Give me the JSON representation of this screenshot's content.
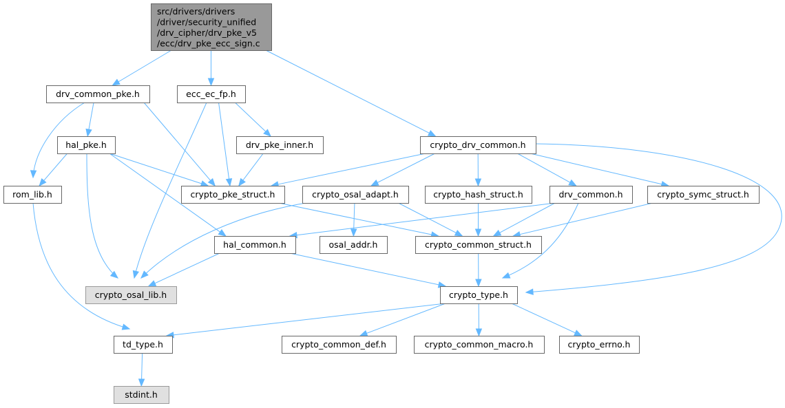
{
  "graph": {
    "title": "Include dependency graph",
    "colors": {
      "edge": "#63b8ff",
      "main_fill": "#999999",
      "node_fill": "#ffffff",
      "external_fill": "#e0e0e0",
      "border": "#666666"
    },
    "nodes": [
      {
        "id": "main",
        "kind": "main",
        "lines": [
          "src/drivers/drivers",
          "/driver/security_unified",
          "/drv_cipher/drv_pke_v5",
          "/ecc/drv_pke_ecc_sign.c"
        ]
      },
      {
        "id": "drv_common_pke",
        "kind": "normal",
        "lines": [
          "drv_common_pke.h"
        ]
      },
      {
        "id": "ecc_ec_fp",
        "kind": "normal",
        "lines": [
          "ecc_ec_fp.h"
        ]
      },
      {
        "id": "crypto_drv_common",
        "kind": "normal",
        "lines": [
          "crypto_drv_common.h"
        ]
      },
      {
        "id": "hal_pke",
        "kind": "normal",
        "lines": [
          "hal_pke.h"
        ]
      },
      {
        "id": "drv_pke_inner",
        "kind": "normal",
        "lines": [
          "drv_pke_inner.h"
        ]
      },
      {
        "id": "rom_lib",
        "kind": "normal",
        "lines": [
          "rom_lib.h"
        ]
      },
      {
        "id": "crypto_pke_struct",
        "kind": "normal",
        "lines": [
          "crypto_pke_struct.h"
        ]
      },
      {
        "id": "crypto_osal_adapt",
        "kind": "normal",
        "lines": [
          "crypto_osal_adapt.h"
        ]
      },
      {
        "id": "crypto_hash_struct",
        "kind": "normal",
        "lines": [
          "crypto_hash_struct.h"
        ]
      },
      {
        "id": "drv_common",
        "kind": "normal",
        "lines": [
          "drv_common.h"
        ]
      },
      {
        "id": "crypto_symc_struct",
        "kind": "normal",
        "lines": [
          "crypto_symc_struct.h"
        ]
      },
      {
        "id": "hal_common",
        "kind": "normal",
        "lines": [
          "hal_common.h"
        ]
      },
      {
        "id": "osal_addr",
        "kind": "normal",
        "lines": [
          "osal_addr.h"
        ]
      },
      {
        "id": "crypto_common_struct",
        "kind": "normal",
        "lines": [
          "crypto_common_struct.h"
        ]
      },
      {
        "id": "crypto_osal_lib",
        "kind": "external",
        "lines": [
          "crypto_osal_lib.h"
        ]
      },
      {
        "id": "crypto_type",
        "kind": "normal",
        "lines": [
          "crypto_type.h"
        ]
      },
      {
        "id": "td_type",
        "kind": "normal",
        "lines": [
          "td_type.h"
        ]
      },
      {
        "id": "crypto_common_def",
        "kind": "normal",
        "lines": [
          "crypto_common_def.h"
        ]
      },
      {
        "id": "crypto_common_macro",
        "kind": "normal",
        "lines": [
          "crypto_common_macro.h"
        ]
      },
      {
        "id": "crypto_errno",
        "kind": "normal",
        "lines": [
          "crypto_errno.h"
        ]
      },
      {
        "id": "stdint",
        "kind": "external",
        "lines": [
          "stdint.h"
        ]
      }
    ],
    "edges": [
      [
        "main",
        "drv_common_pke"
      ],
      [
        "main",
        "ecc_ec_fp"
      ],
      [
        "main",
        "crypto_drv_common"
      ],
      [
        "drv_common_pke",
        "hal_pke"
      ],
      [
        "drv_common_pke",
        "rom_lib"
      ],
      [
        "drv_common_pke",
        "crypto_pke_struct"
      ],
      [
        "ecc_ec_fp",
        "drv_pke_inner"
      ],
      [
        "ecc_ec_fp",
        "crypto_pke_struct"
      ],
      [
        "ecc_ec_fp",
        "crypto_osal_lib"
      ],
      [
        "hal_pke",
        "rom_lib"
      ],
      [
        "hal_pke",
        "crypto_pke_struct"
      ],
      [
        "hal_pke",
        "crypto_osal_lib"
      ],
      [
        "hal_pke",
        "hal_common"
      ],
      [
        "drv_pke_inner",
        "crypto_pke_struct"
      ],
      [
        "crypto_drv_common",
        "crypto_pke_struct"
      ],
      [
        "crypto_drv_common",
        "crypto_osal_adapt"
      ],
      [
        "crypto_drv_common",
        "crypto_hash_struct"
      ],
      [
        "crypto_drv_common",
        "drv_common"
      ],
      [
        "crypto_drv_common",
        "crypto_symc_struct"
      ],
      [
        "crypto_drv_common",
        "crypto_type"
      ],
      [
        "rom_lib",
        "td_type"
      ],
      [
        "crypto_pke_struct",
        "crypto_common_struct"
      ],
      [
        "crypto_osal_adapt",
        "crypto_osal_lib"
      ],
      [
        "crypto_osal_adapt",
        "osal_addr"
      ],
      [
        "crypto_osal_adapt",
        "crypto_common_struct"
      ],
      [
        "crypto_hash_struct",
        "crypto_common_struct"
      ],
      [
        "drv_common",
        "hal_common"
      ],
      [
        "drv_common",
        "crypto_common_struct"
      ],
      [
        "drv_common",
        "crypto_type"
      ],
      [
        "crypto_symc_struct",
        "crypto_common_struct"
      ],
      [
        "hal_common",
        "crypto_osal_lib"
      ],
      [
        "hal_common",
        "crypto_type"
      ],
      [
        "crypto_common_struct",
        "crypto_type"
      ],
      [
        "crypto_type",
        "td_type"
      ],
      [
        "crypto_type",
        "crypto_common_def"
      ],
      [
        "crypto_type",
        "crypto_common_macro"
      ],
      [
        "crypto_type",
        "crypto_errno"
      ],
      [
        "td_type",
        "stdint"
      ]
    ]
  }
}
